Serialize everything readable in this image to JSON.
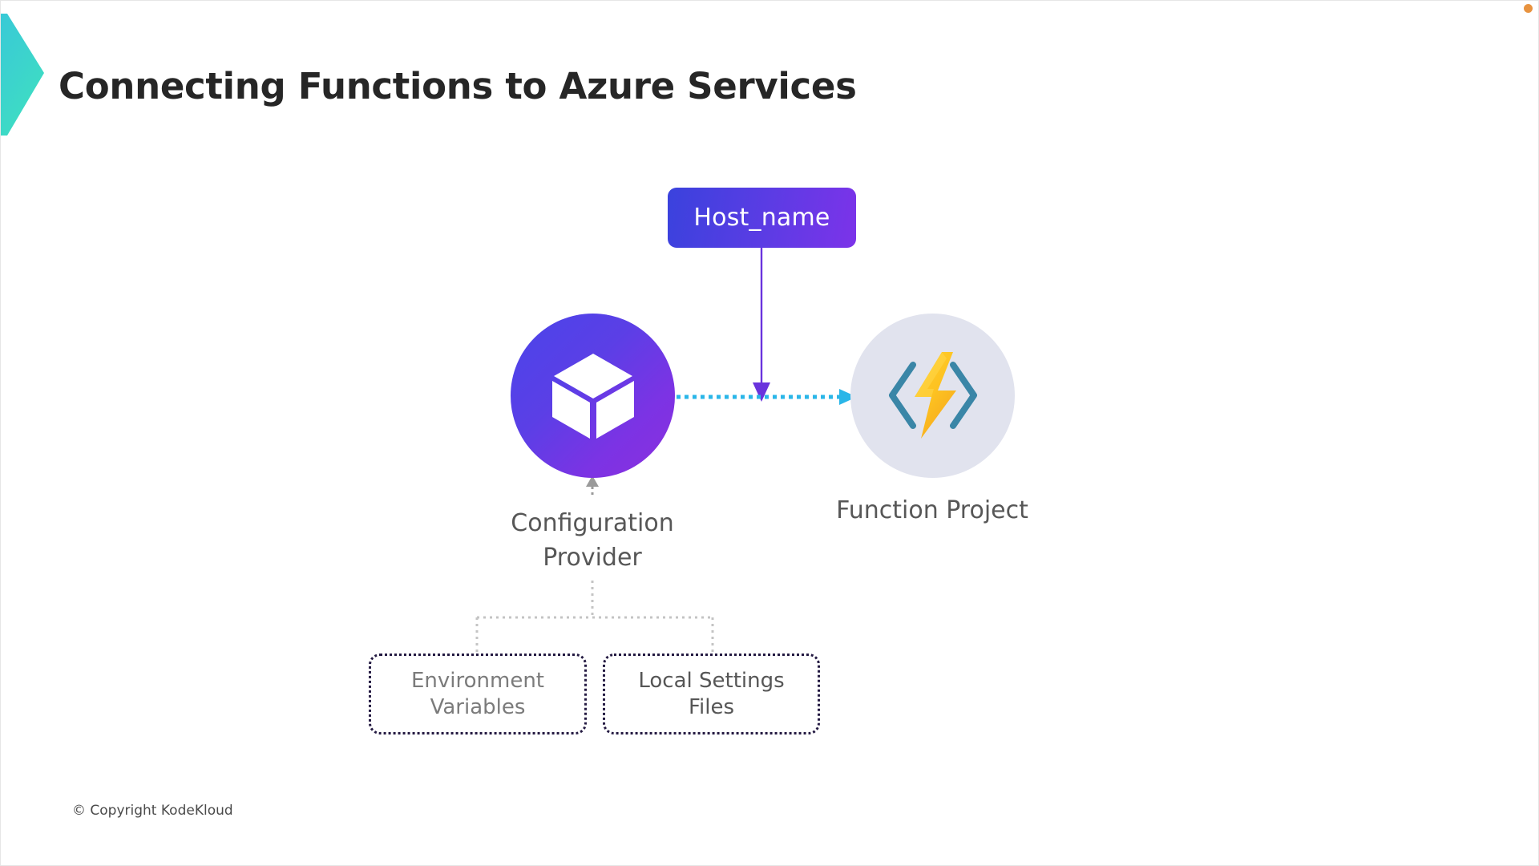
{
  "slide": {
    "title": "Connecting Functions to Azure Services",
    "footer": "© Copyright KodeKloud",
    "background_color": "#ffffff"
  },
  "brand": {
    "logo_icon": "kodekloud-chevron-logo",
    "gradient_start": "#3fc8d8",
    "gradient_end": "#3de0c0"
  },
  "diagram": {
    "host_name": {
      "label": "Host_name",
      "text_color": "#ffffff",
      "gradient_start": "#3a42dd",
      "gradient_end": "#7c33e9"
    },
    "config_provider": {
      "label_line1": "Configuration",
      "label_line2": "Provider",
      "icon": "cube-box-icon",
      "gradient_start": "#4a44ea",
      "gradient_end": "#8b2fdd",
      "text_color": "#575757"
    },
    "function_project": {
      "label": "Function Project",
      "icon": "azure-functions-lightning-icon",
      "circle_color": "#e1e3ee",
      "bracket_color": "#3a86a7",
      "bolt_color": "#ffc726",
      "text_color": "#575757"
    },
    "sources": [
      {
        "label_line1": "Environment",
        "label_line2": "Variables",
        "text_color": "#7b7b7b",
        "border_color": "#241a42"
      },
      {
        "label_line1": "Local Settings",
        "label_line2": "Files",
        "text_color": "#565656",
        "border_color": "#241a42"
      }
    ],
    "connectors": {
      "host_to_link_color": "#6a33dd",
      "config_to_function_color": "#2ab6e8",
      "tree_color": "#c4c4c4",
      "inbound_arrow_color": "#9a9a9a"
    }
  },
  "markers": {
    "orange_dot_color": "#e8933f"
  }
}
